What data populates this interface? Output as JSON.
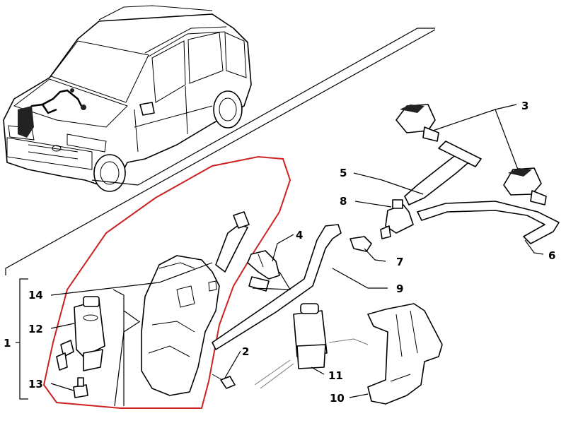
{
  "callouts": {
    "c1": "1",
    "c2": "2",
    "c3": "3",
    "c4": "4",
    "c5": "5",
    "c6": "6",
    "c7": "7",
    "c8": "8",
    "c9": "9",
    "c10": "10",
    "c11": "11",
    "c12": "12",
    "c13": "13",
    "c14": "14"
  },
  "colors": {
    "highlight": "#cc2222",
    "line": "#000000"
  }
}
